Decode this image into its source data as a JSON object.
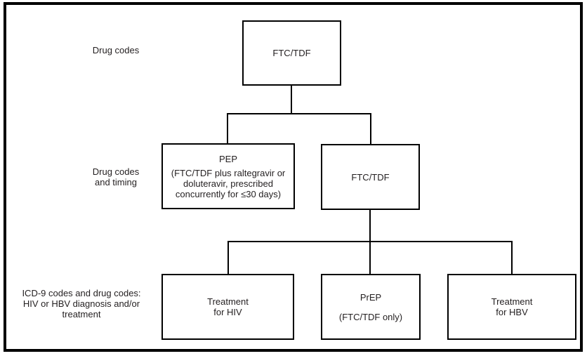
{
  "figure": {
    "type": "flowchart",
    "row_labels": {
      "row1": "Drug codes",
      "row2": "Drug codes\nand timing",
      "row3": "ICD-9 codes and drug codes:\nHIV or HBV diagnosis and/or\ntreatment"
    },
    "nodes": {
      "root": {
        "label": "FTC/TDF"
      },
      "pep": {
        "title": "PEP",
        "detail": "(FTC/TDF plus raltegravir or\ndoluteravir, prescribed\nconcurrently for ≤30 days)"
      },
      "ftc_tdf": {
        "label": "FTC/TDF"
      },
      "treatment_hiv": {
        "label": "Treatment\nfor HIV"
      },
      "prep": {
        "title": "PrEP",
        "detail": "(FTC/TDF only)"
      },
      "treatment_hbv": {
        "label": "Treatment\nfor HBV"
      }
    },
    "edges": [
      {
        "from": "root",
        "to": "pep"
      },
      {
        "from": "root",
        "to": "ftc_tdf"
      },
      {
        "from": "ftc_tdf",
        "to": "treatment_hiv"
      },
      {
        "from": "ftc_tdf",
        "to": "prep"
      },
      {
        "from": "ftc_tdf",
        "to": "treatment_hbv"
      }
    ],
    "colors": {
      "line": "#000000",
      "border": "#000000",
      "text": "#231f20",
      "background": "#ffffff"
    }
  }
}
